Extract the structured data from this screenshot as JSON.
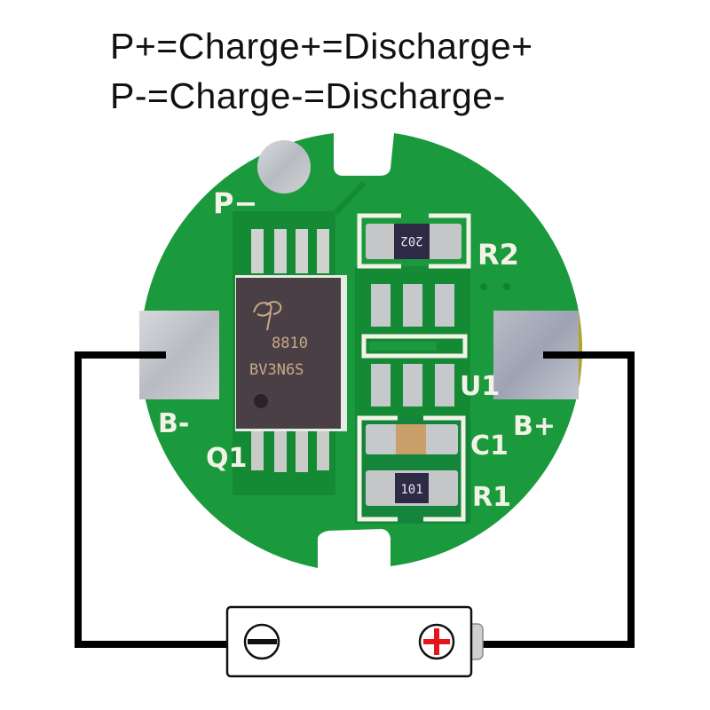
{
  "header": {
    "line1": "P+=Charge+=Discharge+",
    "line2": "P-=Charge-=Discharge-"
  },
  "pcb": {
    "board_color": "#1a9a3c",
    "silkscreen_color": "#f2f2e6",
    "pad_color": "#c4c8cc",
    "labels": {
      "p_minus": "P−",
      "b_minus": "B-",
      "b_plus": "B+",
      "q1": "Q1",
      "u1": "U1",
      "r1": "R1",
      "r2": "R2",
      "c1": "C1"
    },
    "components": {
      "mosfet_marking_1": "8810",
      "mosfet_marking_2": "BV3N6S",
      "r2_code": "202",
      "r1_code": "101"
    }
  },
  "battery": {
    "negative_symbol": "minus-icon",
    "positive_symbol": "plus-icon",
    "positive_color": "#e8141c",
    "negative_color": "#111111"
  },
  "wires": {
    "color": "#000000"
  }
}
